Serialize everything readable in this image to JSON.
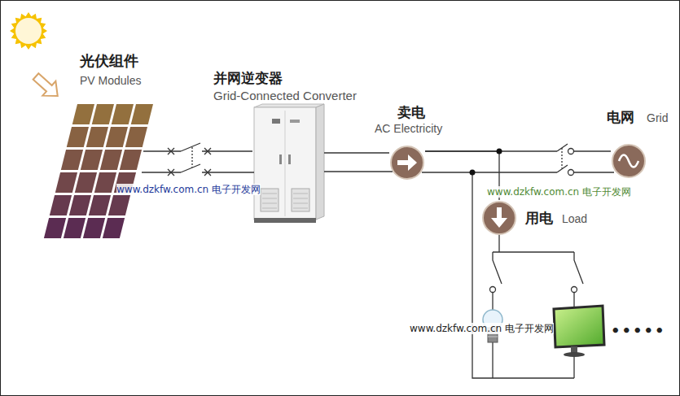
{
  "diagram": {
    "nodes": [
      {
        "text": [
          "光伏组件",
          "PV Modules"
        ]
      },
      {
        "text": [
          "并网逆变器",
          "Grid-Connected Converter"
        ]
      },
      {
        "text": [
          "卖电",
          "AC Electricity"
        ]
      },
      {
        "text": [
          "用电",
          "Load"
        ]
      },
      {
        "text": [
          "电网",
          "Grid"
        ]
      }
    ],
    "edges": [
      {
        "from": 0,
        "to": 1,
        "arrow": "none"
      },
      {
        "from": 1,
        "to": 2,
        "arrow": "none"
      },
      {
        "from": 2,
        "to": 4,
        "arrow": "none"
      },
      {
        "from": 2,
        "to": 3,
        "arrow": "none"
      }
    ],
    "labels": [
      "www.dzkfw.com.cn 电子开发网",
      "www.dzkfw.com.cn 电子开发网",
      "www.dzkfw.com.cn 电子开发网",
      "•••••"
    ]
  }
}
